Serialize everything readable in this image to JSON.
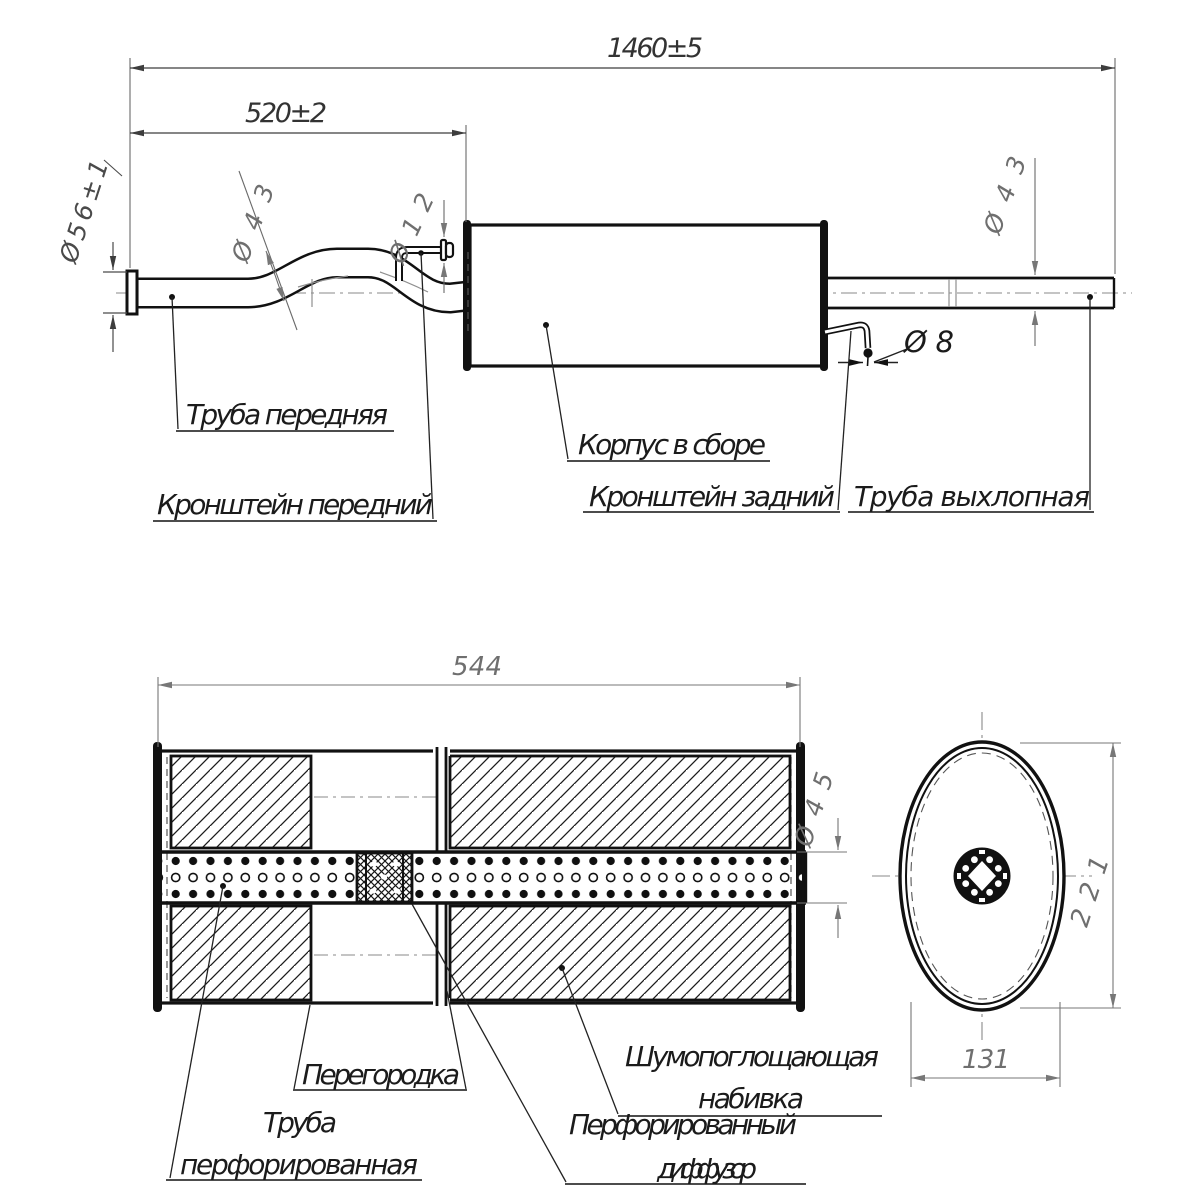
{
  "side_view": {
    "dims": {
      "total_length": "1460±5",
      "front_length": "520±2",
      "flange_dia": "Ø56±1",
      "front_pipe_dia": "Ø43",
      "front_pin_dia": "Ø12",
      "tail_pipe_dia": "Ø43",
      "rear_rod_dia": "Ø8"
    },
    "labels": {
      "front_pipe": "Труба передняя",
      "front_bracket": "Кронштейн передний",
      "body_assembly": "Корпус в сборе",
      "rear_bracket": "Кронштейн задний",
      "exhaust_pipe": "Труба выхлопная"
    }
  },
  "section_view": {
    "dims": {
      "body_length": "544",
      "tube_dia": "Ø45",
      "body_height": "221",
      "body_width": "131"
    },
    "labels": {
      "partition": "Перегородка",
      "perforated_pipe_line1": "Труба",
      "perforated_pipe_line2": "перфорированная",
      "damping_line1": "Шумопоглощающая",
      "damping_line2": "набивка",
      "diffuser_line1": "Перфорированный",
      "diffuser_line2": "диффузор"
    }
  },
  "colors": {
    "line": "#111111",
    "dim_dark": "#3d3d3d",
    "dim_gray": "#777777",
    "background": "#ffffff"
  }
}
